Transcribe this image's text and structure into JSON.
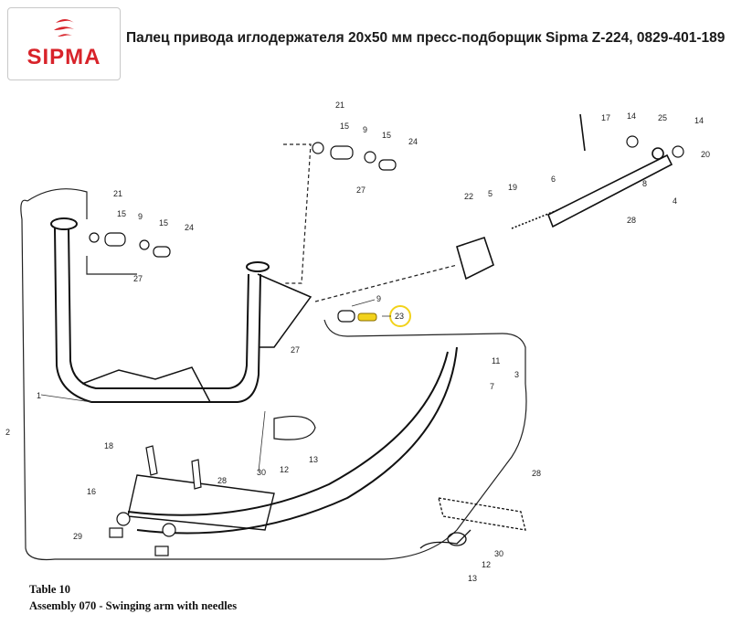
{
  "brand": {
    "logo_text": "SIPMA",
    "logo_color": "#d8232a"
  },
  "header": {
    "title": "Палец привода иглодержателя 20х50 мм пресс-подборщик Sipma Z-224, 0829-401-189"
  },
  "diagram": {
    "highlight_color": "#f2d21b",
    "highlighted_part": "23",
    "callouts": [
      "21",
      "15",
      "9",
      "15",
      "24",
      "27",
      "21",
      "15",
      "9",
      "15",
      "24",
      "27",
      "17",
      "14",
      "25",
      "14",
      "20",
      "6",
      "8",
      "4",
      "22",
      "5",
      "19",
      "28",
      "9",
      "23",
      "27",
      "11",
      "7",
      "3",
      "1",
      "2",
      "18",
      "28",
      "30",
      "12",
      "13",
      "16",
      "29",
      "28",
      "30",
      "12",
      "13"
    ]
  },
  "caption": {
    "table": "Table 10",
    "assembly": "Assembly 070 - Swinging arm with needles"
  }
}
